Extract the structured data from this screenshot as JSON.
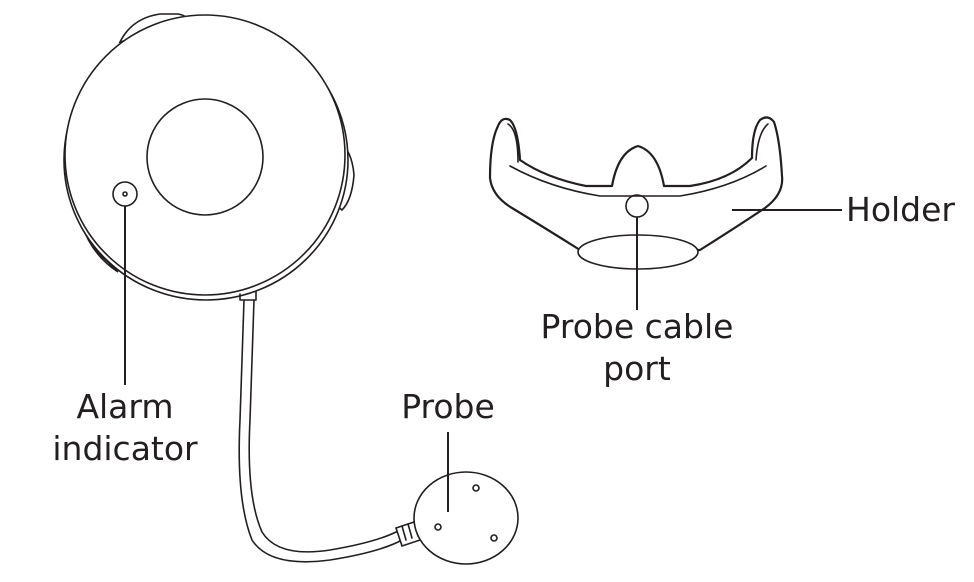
{
  "labels": {
    "alarm_indicator": [
      "Alarm",
      "indicator"
    ],
    "probe": "Probe",
    "probe_cable_port": [
      "Probe cable",
      "port"
    ],
    "holder": "Holder"
  },
  "colors": {
    "line": "#231f20",
    "background": "#ffffff"
  }
}
